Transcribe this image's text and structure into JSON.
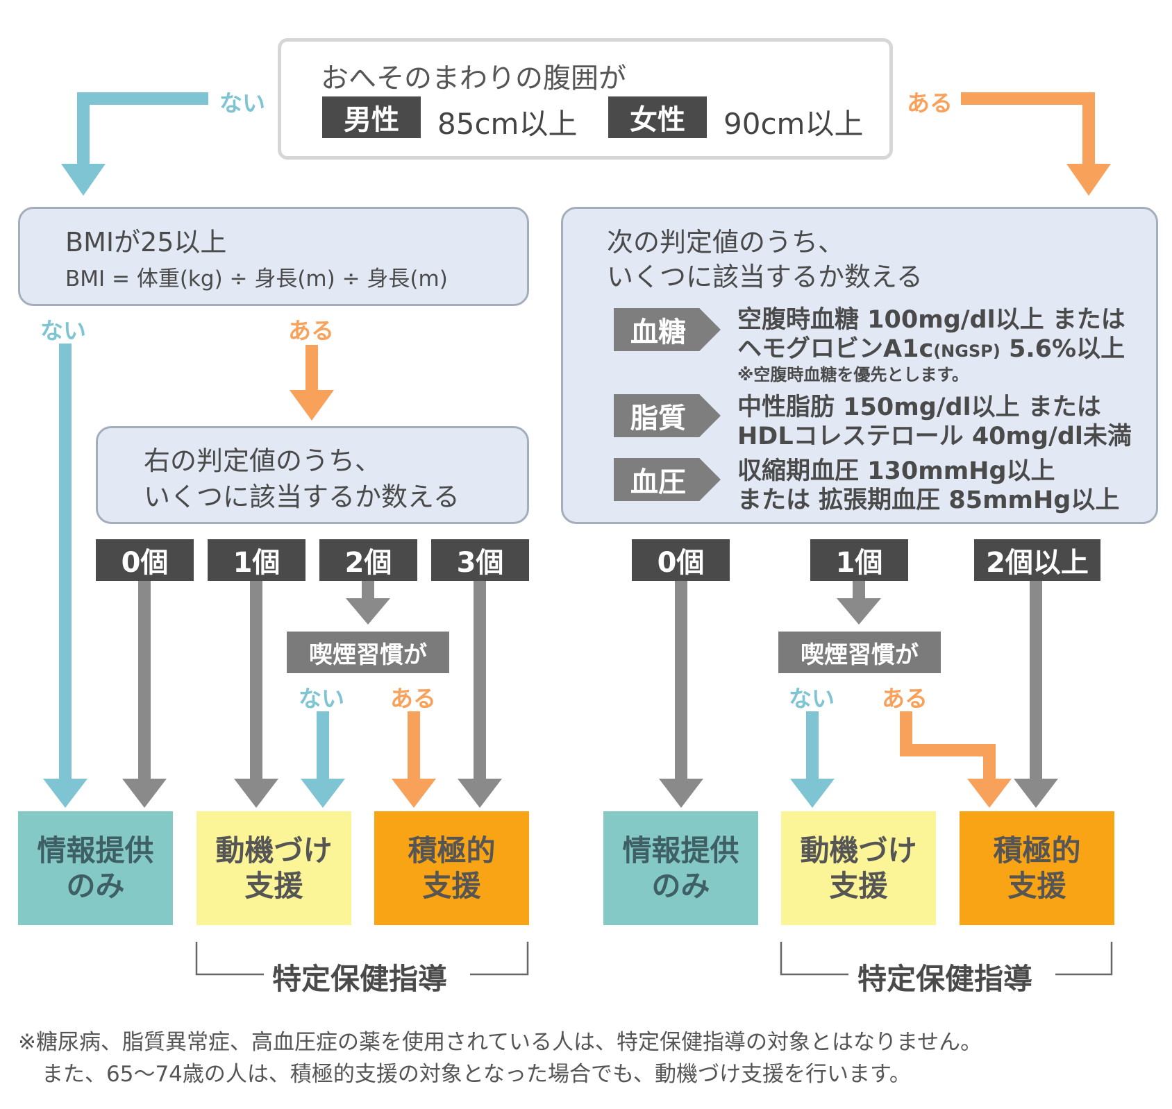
{
  "colors": {
    "blue": "#7ec4d2",
    "orange": "#f8a15a",
    "gray": "#8a8a8a",
    "dark": "#4a4a4a",
    "panel": "#e2e9f5",
    "info_only": "#85c9c7",
    "motivation": "#fbf598",
    "active": "#f9a414"
  },
  "top": {
    "title": "おへそのまわりの腹囲が",
    "male_tag": "男性",
    "male_value": "85cm以上",
    "female_tag": "女性",
    "female_value": "90cm以上",
    "no_label": "ない",
    "yes_label": "ある"
  },
  "left": {
    "bmi_title": "BMIが25以上",
    "bmi_formula": "BMI = 体重(kg) ÷ 身長(m) ÷ 身長(m)",
    "no_label": "ない",
    "yes_label": "ある",
    "count_line1": "右の判定値のうち、",
    "count_line2": "いくつに該当するか数える",
    "counts": [
      "0個",
      "1個",
      "2個",
      "3個"
    ],
    "smoke_box": "喫煙習慣が",
    "smoke_no": "ない",
    "smoke_yes": "ある"
  },
  "right": {
    "count_line1": "次の判定値のうち、",
    "count_line2": "いくつに該当するか数える",
    "criteria": [
      {
        "tag": "血糖",
        "line1": "空腹時血糖 100mg/dl以上 または",
        "line2a": "ヘモグロビンA1c",
        "line2b": "(NGSP)",
        "line2c": " 5.6%以上",
        "note": "※空腹時血糖を優先とします。"
      },
      {
        "tag": "脂質",
        "line1": "中性脂肪 150mg/dl以上 または",
        "line2": "HDLコレステロール 40mg/dl未満"
      },
      {
        "tag": "血圧",
        "line1": "収縮期血圧 130mmHg以上",
        "line2": "または 拡張期血圧 85mmHg以上"
      }
    ],
    "counts": [
      "0個",
      "1個",
      "2個以上"
    ],
    "smoke_box": "喫煙習慣が",
    "smoke_no": "ない",
    "smoke_yes": "ある"
  },
  "outcomes": {
    "info_line1": "情報提供",
    "info_line2": "のみ",
    "motiv_line1": "動機づけ",
    "motiv_line2": "支援",
    "active_line1": "積極的",
    "active_line2": "支援"
  },
  "group_label": "特定保健指導",
  "footnote_line1": "※糖尿病、脂質異常症、高血圧症の薬を使用されている人は、特定保健指導の対象とはなりません。",
  "footnote_line2": "また、65〜74歳の人は、積極的支援の対象となった場合でも、動機づけ支援を行います。"
}
